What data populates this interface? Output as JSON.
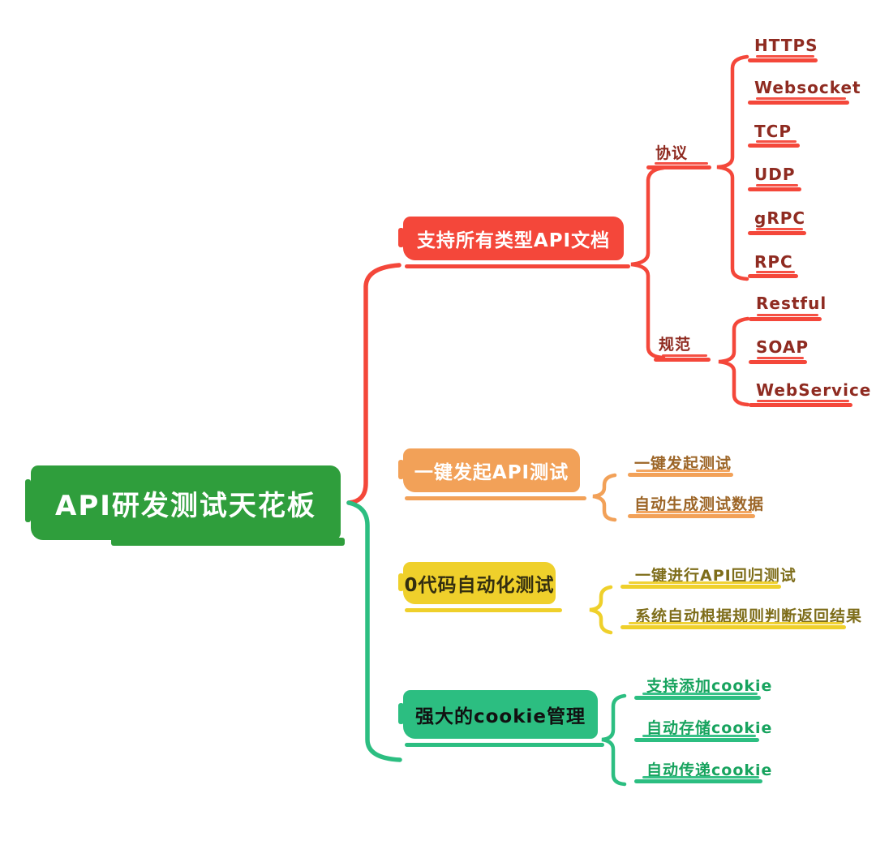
{
  "root": {
    "label": "API研发测试天花板"
  },
  "branches": [
    {
      "label": "支持所有类型API文档",
      "color": "#F4473A",
      "text_color": "#8F2B21",
      "groups": [
        {
          "label": "协议",
          "children": [
            "HTTPS",
            "Websocket",
            "TCP",
            "UDP",
            "gRPC",
            "RPC"
          ]
        },
        {
          "label": "规范",
          "children": [
            "Restful",
            "SOAP",
            "WebService"
          ]
        }
      ]
    },
    {
      "label": "一键发起API测试",
      "color": "#F2A158",
      "text_color": "#9C6527",
      "children": [
        "一键发起测试",
        "自动生成测试数据"
      ]
    },
    {
      "label": "0代码自动化测试",
      "color": "#EFD02B",
      "text_color": "#7E6D1A",
      "children": [
        "一键进行API回归测试",
        "系统自动根据规则判断返回结果"
      ]
    },
    {
      "label": "强大的cookie管理",
      "color": "#2CBE81",
      "text_color": "#17A35E",
      "children": [
        "支持添加cookie",
        "自动存储cookie",
        "自动传递cookie"
      ]
    }
  ],
  "colors": {
    "background": "#FFFFFF",
    "root_green": "#2F9E3C",
    "red": "#F4473A",
    "orange": "#F2A158",
    "yellow": "#EFD02B",
    "green": "#2CBE81",
    "dark_red_text": "#8F2B21",
    "brown_text": "#9C6527",
    "olive_text": "#7E6D1A",
    "green_text": "#17A35E"
  }
}
